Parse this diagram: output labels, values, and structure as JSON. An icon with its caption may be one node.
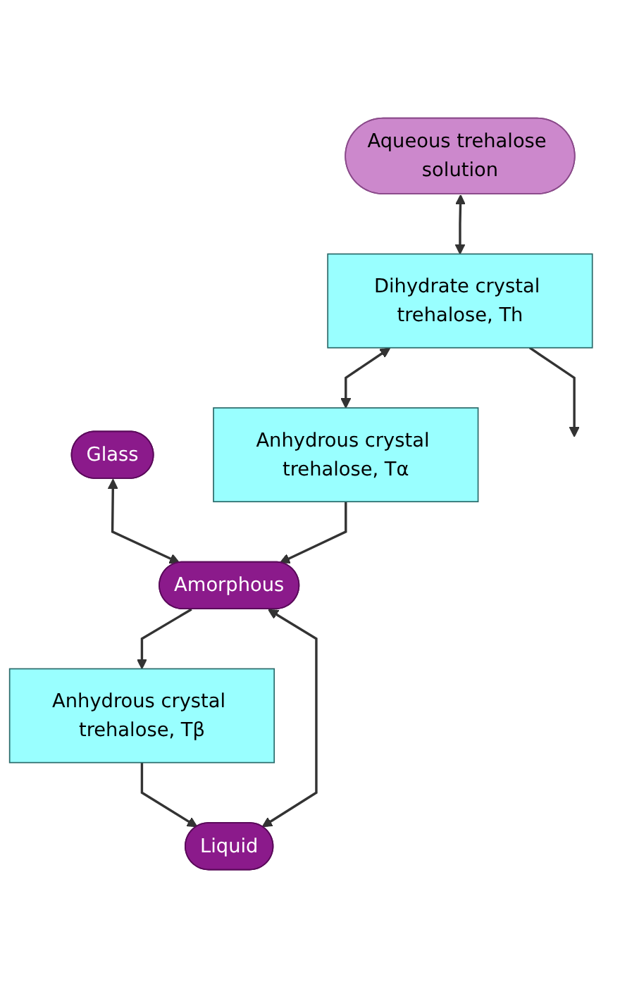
{
  "diagram": {
    "nodes": [
      {
        "text": [
          "Aqueous trehalose solution"
        ]
      },
      {
        "text": [
          "Glass"
        ]
      },
      {
        "text": [
          "Dihydrate crystal trehalose, Th"
        ]
      },
      {
        "text": [
          "Amorphous"
        ]
      },
      {
        "text": [
          "Anhydrous crystal trehalose, Tα"
        ]
      },
      {
        "text": [
          "Anhydrous crystal trehalose, Tβ"
        ]
      },
      {
        "text": [
          "Liquid"
        ]
      }
    ],
    "edges": [
      {
        "from": 0,
        "to": 2,
        "arrow": "both"
      },
      {
        "from": 2,
        "to": null,
        "arrow": "to"
      },
      {
        "from": 1,
        "to": 3,
        "arrow": "both"
      },
      {
        "from": 2,
        "to": 4,
        "arrow": "both"
      },
      {
        "from": 4,
        "to": 3,
        "arrow": "to"
      },
      {
        "from": 3,
        "to": 5,
        "arrow": "to"
      },
      {
        "from": 5,
        "to": 6,
        "arrow": "to"
      },
      {
        "from": 3,
        "to": 6,
        "arrow": "both"
      }
    ]
  }
}
